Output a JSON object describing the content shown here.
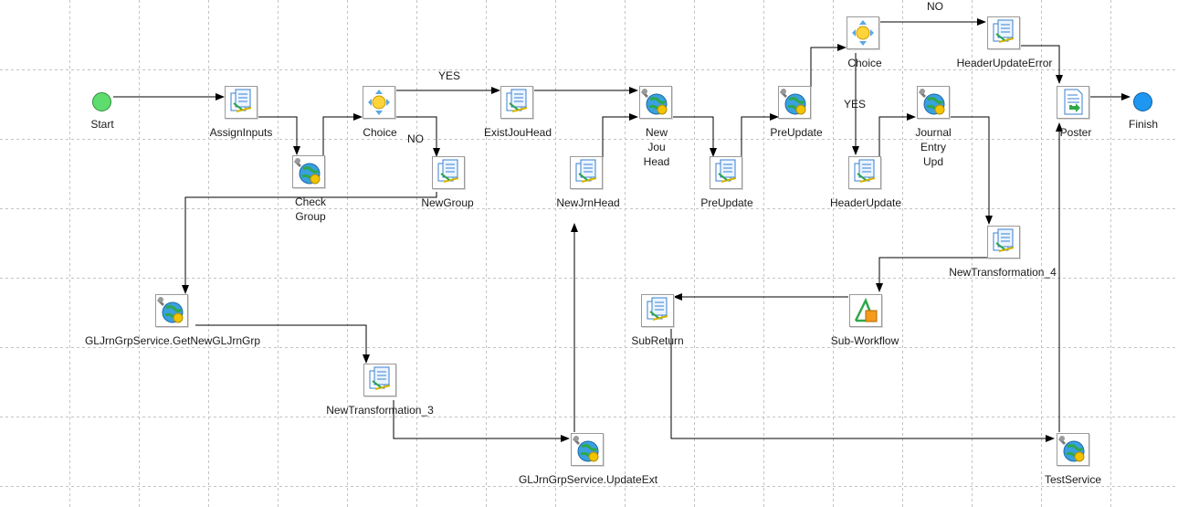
{
  "workflow": {
    "start_label": "Start",
    "finish_label": "Finish",
    "nodes": {
      "assign_inputs": "AssignInputs",
      "check_group": "Check Group",
      "choice_1": "Choice",
      "new_group": "NewGroup",
      "exist_jou_head": "ExistJouHead",
      "new_jou_head": "New Jou Head",
      "new_jrn_head": "NewJrnHead",
      "pre_update_transform": "PreUpdate",
      "pre_update_service": "PreUpdate",
      "choice_2": "Choice",
      "header_update": "HeaderUpdate",
      "journal_entry_upd": "Journal Entry Upd",
      "header_update_error": "HeaderUpdateError",
      "poster": "Poster",
      "get_new_gl_jrn_grp": "GLJrnGrpService.GetNewGLJrnGrp",
      "new_transformation_3": "NewTransformation_3",
      "update_ext": "GLJrnGrpService.UpdateExt",
      "new_transformation_4": "NewTransformation_4",
      "sub_workflow": "Sub-Workflow",
      "sub_return": "SubReturn",
      "test_service": "TestService"
    },
    "edge_labels": {
      "yes_1": "YES",
      "no_1": "NO",
      "yes_2": "YES",
      "no_2": "NO"
    }
  },
  "colors": {
    "start_fill": "#5fdc6e",
    "finish_fill": "#1f96f0",
    "grid": "#c4c4c4",
    "edge": "#000000"
  },
  "icons": {
    "transform": "document-transform-icon",
    "service": "globe-wrench-service-icon",
    "choice": "choice-lightbulb-icon",
    "poster": "document-arrow-icon",
    "subworkflow": "triangle-square-icon"
  }
}
